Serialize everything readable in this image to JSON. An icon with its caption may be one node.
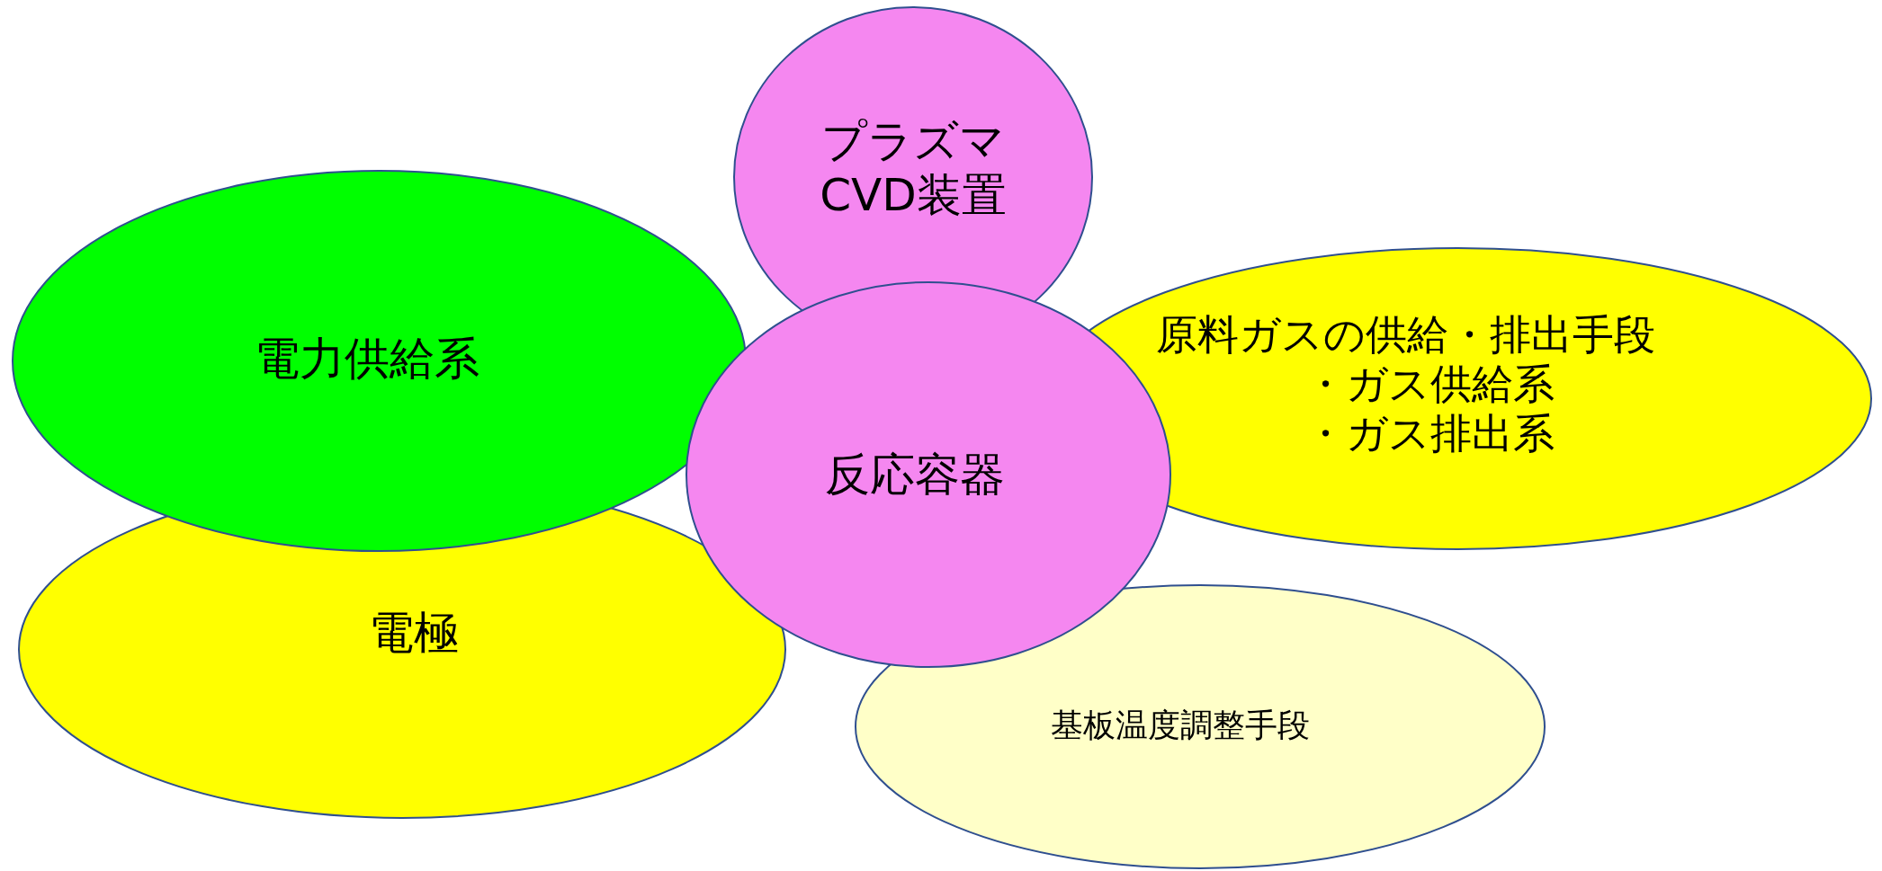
{
  "diagram": {
    "nodes": [
      {
        "text": [
          "プラズマCVD装置"
        ]
      },
      {
        "text": [
          "電力供給系"
        ]
      },
      {
        "text": [
          "原料ガスの供給・排出手段",
          "・ガス供給系",
          "・ガス排出系"
        ]
      },
      {
        "text": [
          "反応容器"
        ]
      },
      {
        "text": [
          "電極"
        ]
      },
      {
        "text": [
          "基板温度調整手段"
        ]
      }
    ]
  }
}
